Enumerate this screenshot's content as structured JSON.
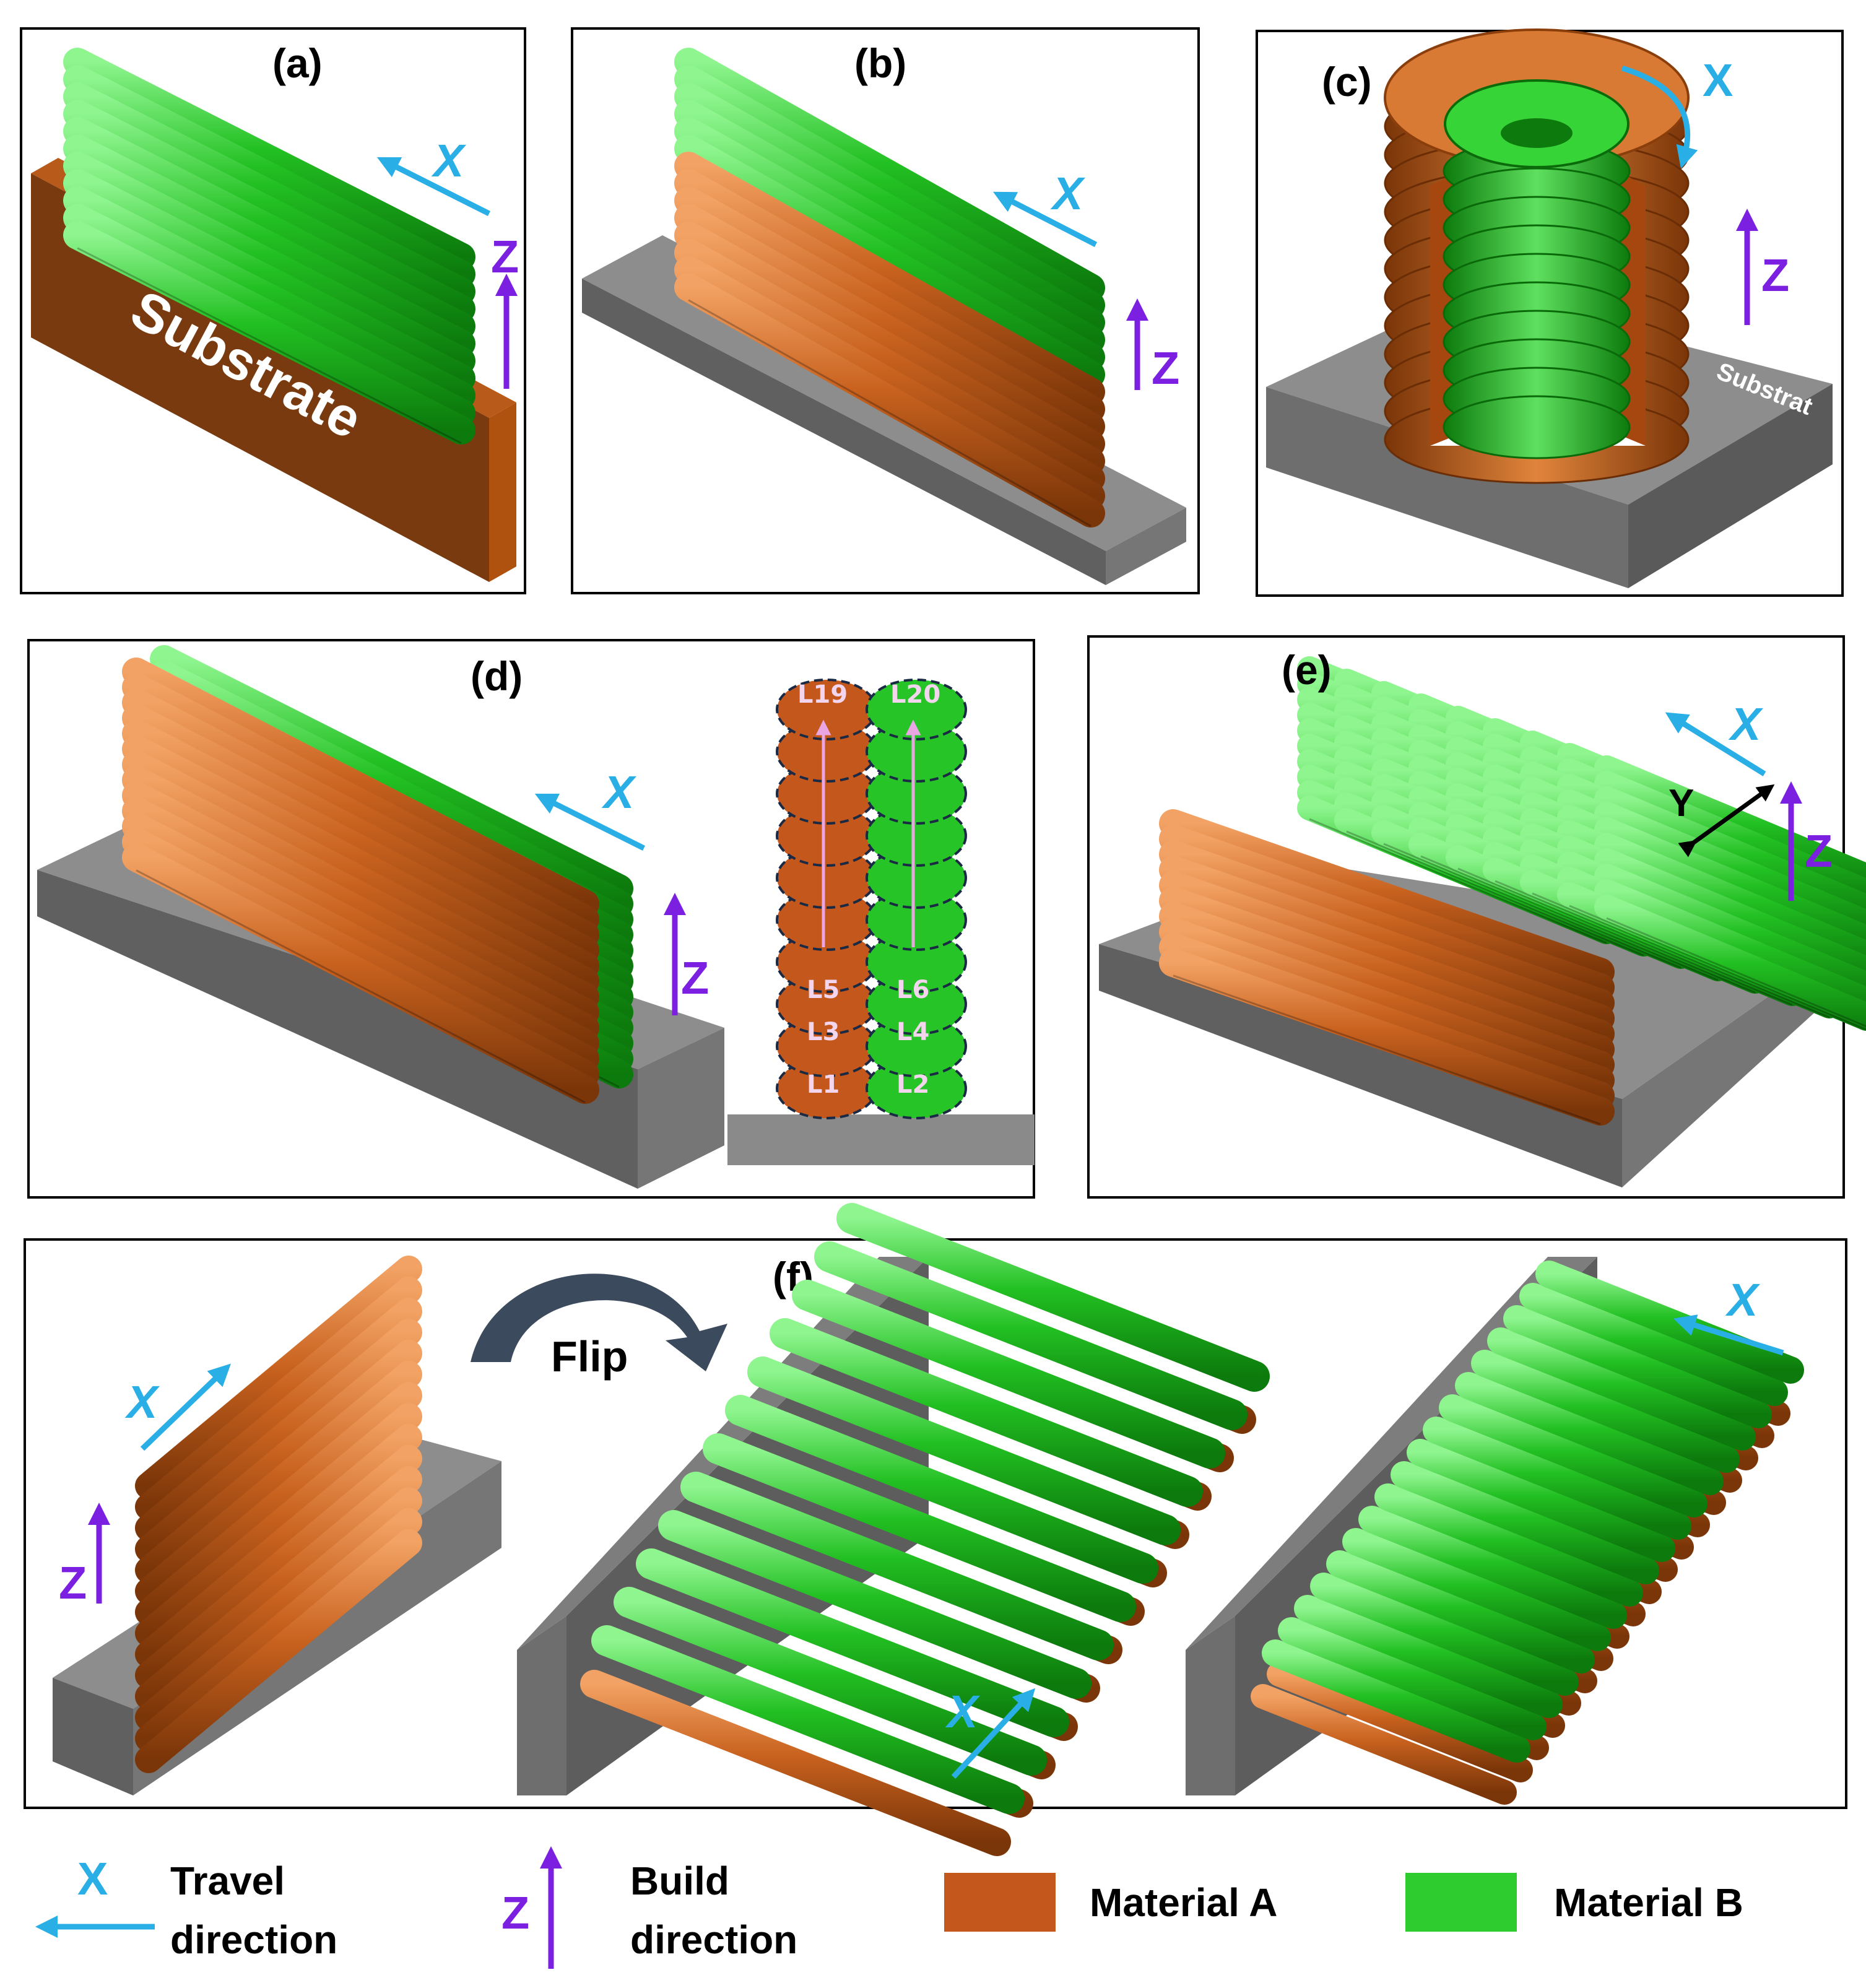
{
  "panels": {
    "a": {
      "label": "(a)",
      "substrate_text": "Substrate",
      "x_axis": "X",
      "z_axis": "Z"
    },
    "b": {
      "label": "(b)",
      "x_axis": "X",
      "z_axis": "Z"
    },
    "c": {
      "label": "(c)",
      "x_axis": "X",
      "z_axis": "Z",
      "substrate_text": "Substrat"
    },
    "d": {
      "label": "(d)",
      "x_axis": "X",
      "z_axis": "Z",
      "layers_a": [
        "L19",
        "L5",
        "L3",
        "L1"
      ],
      "layers_b": [
        "L20",
        "L6",
        "L4",
        "L2"
      ]
    },
    "e": {
      "label": "(e)",
      "x_axis": "X",
      "y_axis": "Y",
      "z_axis": "Z"
    },
    "f": {
      "label": "(f)",
      "flip_text": "Flip",
      "x_axis": "X",
      "z_axis": "Z"
    }
  },
  "legend": {
    "x_symbol": "X",
    "travel_line1": "Travel",
    "travel_line2": "direction",
    "z_symbol": "Z",
    "build_line1": "Build",
    "build_line2": "direction",
    "material_a": "Material A",
    "material_b": "Material B"
  },
  "colors": {
    "material_a": "#c4571b",
    "material_b": "#2fcc2f",
    "substrate": "#8a8a8a",
    "travel_arrow": "#29aee6",
    "build_arrow": "#7b1fe0"
  }
}
